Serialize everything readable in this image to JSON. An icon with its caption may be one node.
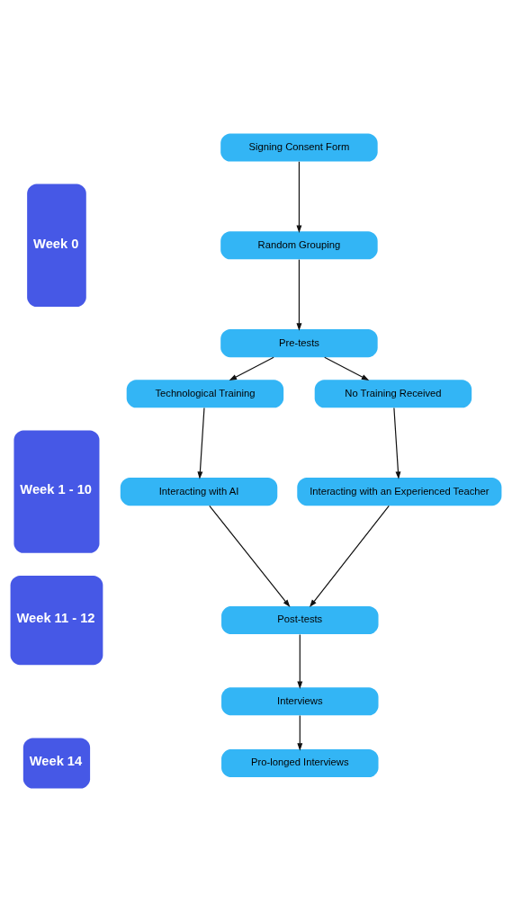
{
  "diagram": {
    "nodes": [
      {
        "text": [
          "Week 0"
        ]
      },
      {
        "text": [
          "Signing Consent Form"
        ]
      },
      {
        "text": [
          "Random Grouping"
        ]
      },
      {
        "text": [
          "Pre-tests"
        ]
      },
      {
        "text": [
          "Technological Training"
        ]
      },
      {
        "text": [
          "No Training Received"
        ]
      },
      {
        "text": [
          "Week 1 - 10"
        ]
      },
      {
        "text": [
          "Interacting with AI"
        ]
      },
      {
        "text": [
          "Interacting with an Experienced Teacher"
        ]
      },
      {
        "text": [
          "Week 11 - 12"
        ]
      },
      {
        "text": [
          "Post-tests"
        ]
      },
      {
        "text": [
          "Interviews"
        ]
      },
      {
        "text": [
          "Week 14"
        ]
      },
      {
        "text": [
          "Pro-longed Interviews"
        ]
      }
    ],
    "edges": [
      {
        "from": 1,
        "to": 2,
        "arrow": "to"
      },
      {
        "from": 2,
        "to": 3,
        "arrow": "to"
      },
      {
        "from": 3,
        "to": 4,
        "arrow": "to"
      },
      {
        "from": 3,
        "to": 5,
        "arrow": "to"
      },
      {
        "from": 4,
        "to": 7,
        "arrow": "to"
      },
      {
        "from": 5,
        "to": 8,
        "arrow": "to"
      },
      {
        "from": 7,
        "to": 10,
        "arrow": "to"
      },
      {
        "from": 8,
        "to": 10,
        "arrow": "to"
      },
      {
        "from": 10,
        "to": 11,
        "arrow": "to"
      },
      {
        "from": 11,
        "to": 13,
        "arrow": "to"
      }
    ]
  }
}
